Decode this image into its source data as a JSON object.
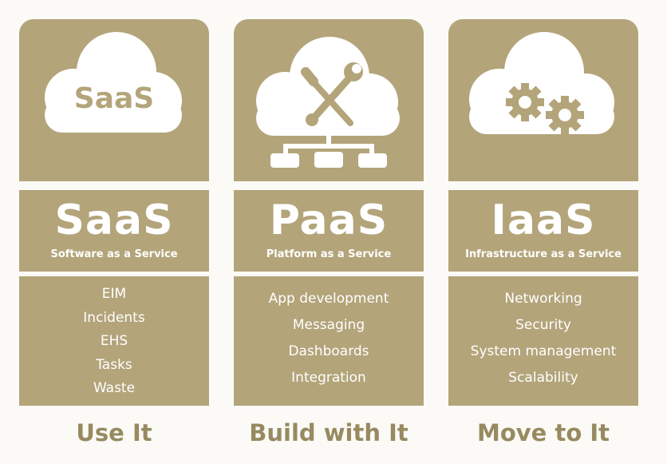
{
  "colors": {
    "panel": "#b3a47a",
    "tagline": "#978a60",
    "text": "#ffffff",
    "background": "#fbfaf6"
  },
  "columns": [
    {
      "icon": "cloud-icon",
      "cloud_label": "SaaS",
      "name": "SaaS",
      "subtitle": "Software as a Service",
      "items": [
        "EIM",
        "Incidents",
        "EHS",
        "Tasks",
        "Waste"
      ],
      "tagline": "Use It"
    },
    {
      "icon": "cloud-tools-icon",
      "name": "PaaS",
      "subtitle": "Platform as a Service",
      "items": [
        "App development",
        "Messaging",
        "Dashboards",
        "Integration"
      ],
      "tagline": "Build with It"
    },
    {
      "icon": "cloud-gears-icon",
      "name": "IaaS",
      "subtitle": "Infrastructure as a Service",
      "items": [
        "Networking",
        "Security",
        "System management",
        "Scalability"
      ],
      "tagline": "Move to It"
    }
  ]
}
